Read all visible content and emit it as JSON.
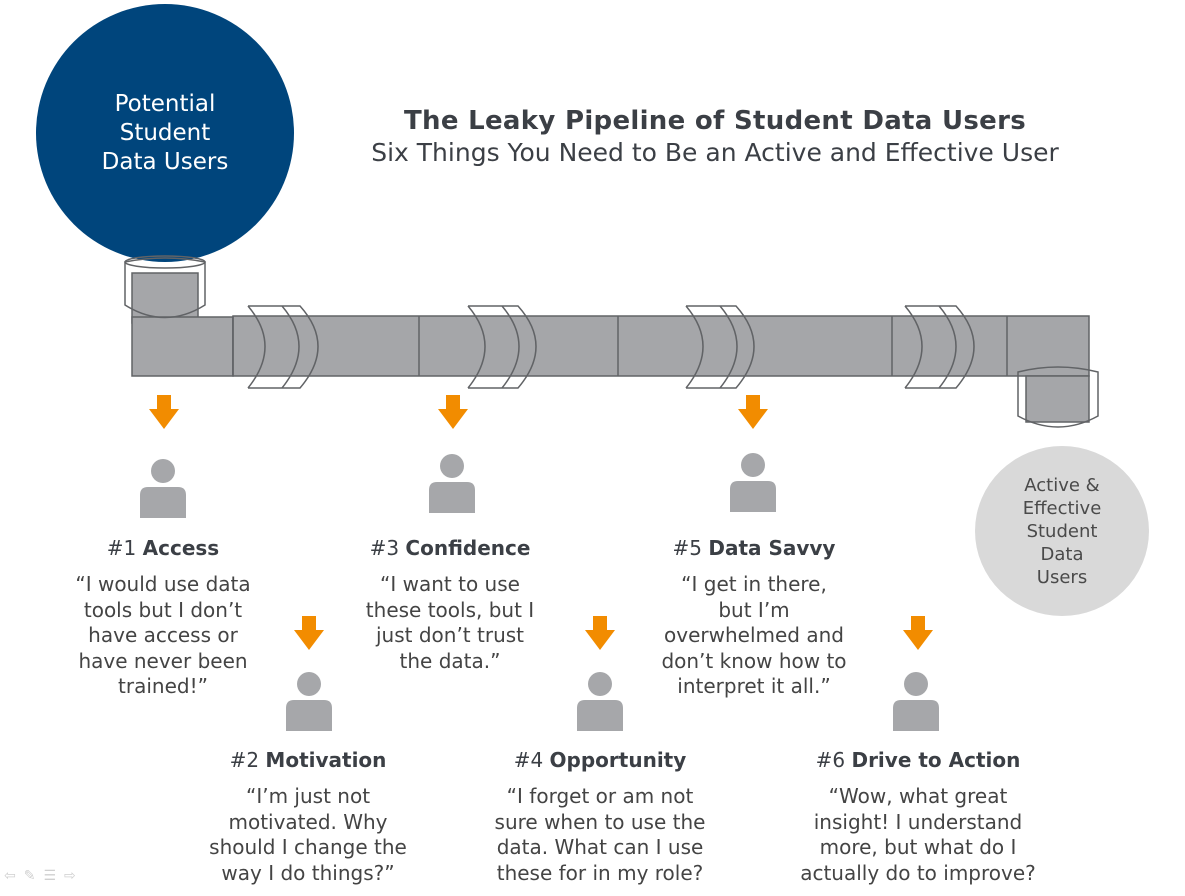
{
  "title": "The Leaky Pipeline of Student Data Users",
  "subtitle": "Six Things You Need to Be an Active and Effective User",
  "start_node": {
    "lines": [
      "Potential",
      "Student",
      "Data Users"
    ]
  },
  "end_node": {
    "lines": [
      "Active &",
      "Effective",
      "Student",
      "Data",
      "Users"
    ]
  },
  "steps": [
    {
      "number": "#1",
      "name": "Access",
      "quote": [
        "“I would use data",
        "tools but I don’t",
        "have access or",
        "have never been",
        "trained!”"
      ]
    },
    {
      "number": "#2",
      "name": "Motivation",
      "quote": [
        "“I’m just not",
        "motivated. Why",
        "should I change the",
        "way I do things?”"
      ]
    },
    {
      "number": "#3",
      "name": "Confidence",
      "quote": [
        "“I want to use",
        "these tools, but I",
        "just don’t trust",
        "the data.”"
      ]
    },
    {
      "number": "#4",
      "name": "Opportunity",
      "quote": [
        "“I forget or am not",
        "sure when to use the",
        "data. What can I use",
        "these for in my role?"
      ]
    },
    {
      "number": "#5",
      "name": "Data Savvy",
      "quote": [
        "“I get in there,",
        "but I’m",
        "overwhelmed and",
        "don’t know how to",
        "interpret it all.”"
      ]
    },
    {
      "number": "#6",
      "name": "Drive to Action",
      "quote": [
        "“Wow, what great",
        "insight! I understand",
        "more, but what do I",
        "actually do to improve?"
      ]
    }
  ],
  "colors": {
    "start_circle": "#00457c",
    "end_circle": "#d9d9d9",
    "pipe_fill": "#a5a6a9",
    "pipe_stroke": "#616366",
    "arrow": "#f28c00",
    "person": "#a6a7aa"
  },
  "icons": {
    "arrow": "down-arrow-icon",
    "person": "person-icon"
  }
}
